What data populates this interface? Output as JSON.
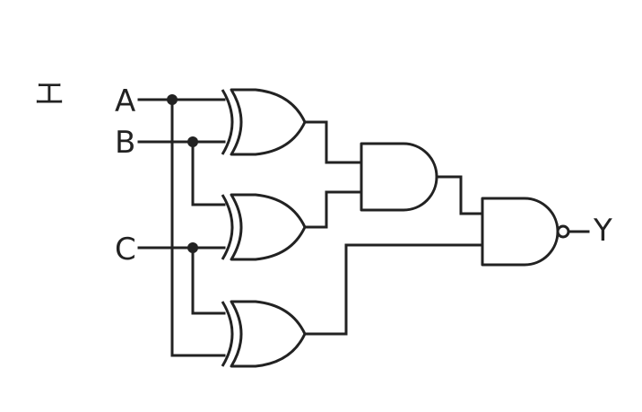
{
  "figure": {
    "tag": "エ",
    "inputs": [
      "A",
      "B",
      "C"
    ],
    "output": "Y"
  },
  "gates": [
    {
      "id": "xor-1",
      "type": "XOR",
      "inputs": [
        "A",
        "B"
      ]
    },
    {
      "id": "xor-2",
      "type": "XOR",
      "inputs": [
        "B",
        "C"
      ]
    },
    {
      "id": "xor-3",
      "type": "XOR",
      "inputs": [
        "C",
        "A"
      ]
    },
    {
      "id": "and-1",
      "type": "AND",
      "inputs": [
        "xor-1",
        "xor-2"
      ]
    },
    {
      "id": "nand-1",
      "type": "NAND",
      "inputs": [
        "and-1",
        "xor-3"
      ],
      "output": "Y"
    }
  ]
}
